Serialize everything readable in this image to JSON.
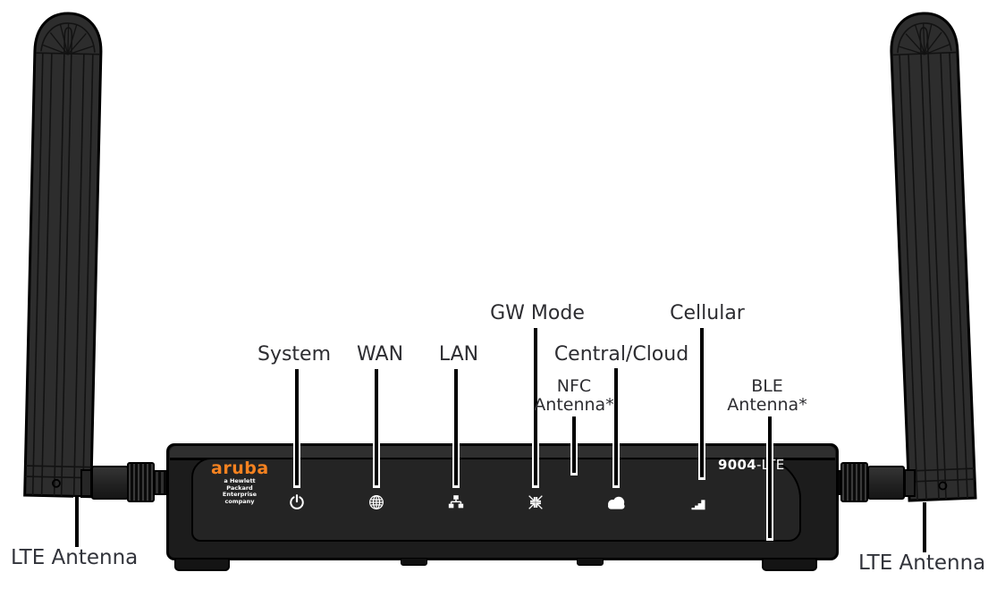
{
  "brand": {
    "logo_text": "aruba",
    "tagline_line1": "a Hewlett Packard",
    "tagline_line2": "Enterprise company"
  },
  "device": {
    "model_bold": "9004",
    "model_suffix": "-LTE"
  },
  "callouts": {
    "system": "System",
    "wan": "WAN",
    "lan": "LAN",
    "gw_mode": "GW Mode",
    "central_cloud": "Central/Cloud",
    "cellular": "Cellular",
    "nfc_line1": "NFC",
    "nfc_line2": "Antenna*",
    "ble_line1": "BLE",
    "ble_line2": "Antenna*",
    "lte_antenna_left": "LTE Antenna",
    "lte_antenna_right": "LTE Antenna"
  },
  "panel_icons": [
    "power-icon",
    "globe-icon",
    "lan-icon",
    "gw-mode-icon",
    "cloud-icon",
    "cellular-icon"
  ],
  "colors": {
    "accent_orange": "#F58220",
    "chassis": "#1C1C1C",
    "front_panel": "#242424",
    "antenna_body": "#2D2D2D",
    "label_text": "#2D2D31",
    "icon_color": "#FFFFFF"
  }
}
